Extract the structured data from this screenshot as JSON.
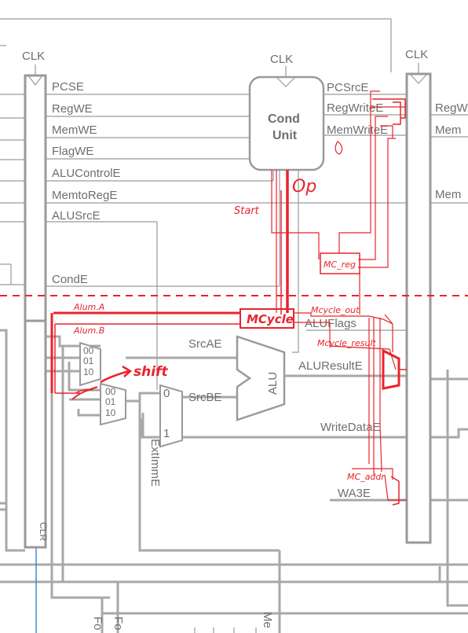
{
  "clock": {
    "left": "CLK",
    "cond": "CLK",
    "right": "CLK"
  },
  "pipeline_register_labels": [
    "PCSE",
    "RegWE",
    "MemWE",
    "FlagWE",
    "ALUControlE",
    "MemtoRegE",
    "ALUSrcE",
    "CondE"
  ],
  "cond_unit": {
    "line1": "Cond",
    "line2": "Unit"
  },
  "cond_outputs": [
    "PCSrcE",
    "RegWriteE",
    "MemWriteE"
  ],
  "right_partial_labels": [
    "RegW",
    "Mem",
    "Mem"
  ],
  "datapath": {
    "src_a": "SrcAE",
    "src_b": "SrcBE",
    "alu": "ALU",
    "alu_flags": "ALUFlags",
    "alu_result": "ALUResultE",
    "write_data": "WriteDataE",
    "wa3": "WA3E",
    "ext_imm": "ExtImmE",
    "clr": "CLR",
    "bottom_fo_1": "Fo",
    "bottom_fo_2": "Fo",
    "bottom_me": "Me"
  },
  "mux_inputs": {
    "mux_a": [
      "00",
      "01",
      "10"
    ],
    "mux_b": [
      "00",
      "01",
      "10"
    ],
    "mux_src": [
      "0",
      "1"
    ]
  },
  "handwritten": {
    "op": "Op",
    "start": "Start",
    "mc_reg": "MC_reg",
    "alum_a": "Alum.A",
    "alum_b": "Alum.B",
    "mcycle": "MCycle",
    "mcycle_out": "Mcycle_out",
    "mcycle_result": "Mcycle_result",
    "shift": "shift",
    "mc_addr": "MC_addr"
  },
  "colors": {
    "wire": "#a8a8a8",
    "label": "#6e6e6e",
    "annotation": "#e8242c",
    "clr_line": "#3b8fd6"
  }
}
